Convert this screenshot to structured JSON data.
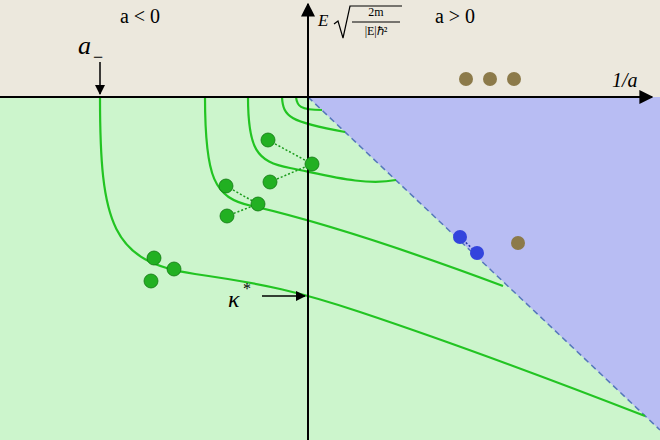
{
  "diagram": {
    "labels": [
      "a < 0",
      "a > 0",
      "E",
      "2m",
      "|E|ℏ²",
      "1/a",
      "a",
      "−",
      "κ",
      "*"
    ]
  }
}
